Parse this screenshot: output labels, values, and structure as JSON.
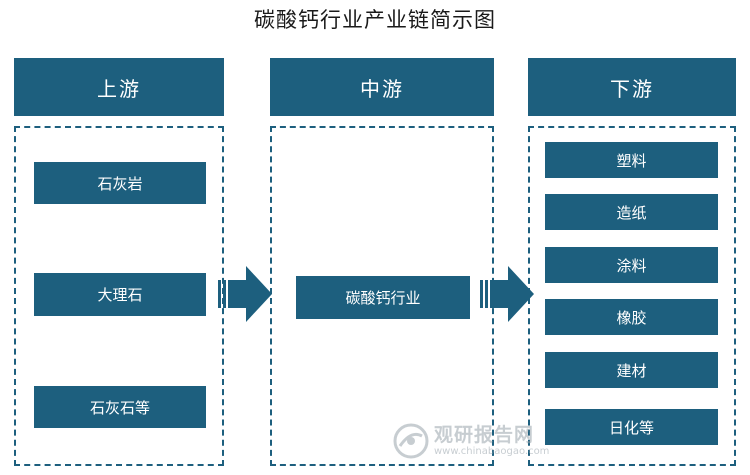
{
  "title": "碳酸钙行业产业链简示图",
  "columns": [
    {
      "header": "上游",
      "items": [
        "石灰岩",
        "大理石",
        "石灰石等"
      ]
    },
    {
      "header": "中游",
      "items": [
        "碳酸钙行业"
      ]
    },
    {
      "header": "下游",
      "items": [
        "塑料",
        "造纸",
        "涂料",
        "橡胶",
        "建材",
        "日化等"
      ]
    }
  ],
  "watermark": {
    "text": "观研报告网",
    "url": "www.chinabaogao.com"
  },
  "colors": {
    "primary": "#1d5f7e",
    "text_on_primary": "#ffffff"
  }
}
